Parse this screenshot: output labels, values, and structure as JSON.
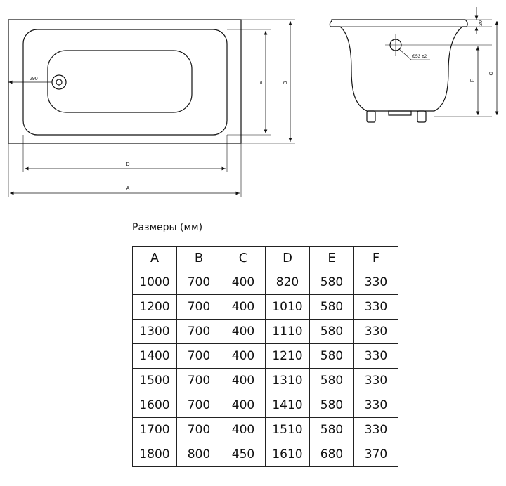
{
  "diagram": {
    "top_view": {
      "drain_label": "290",
      "dim_d": "D",
      "dim_a": "A",
      "dim_e": "E",
      "dim_b": "B"
    },
    "side_view": {
      "dim_20": "20",
      "overflow_label": "Ø53 ±2",
      "dim_c": "C",
      "dim_f": "F"
    }
  },
  "table": {
    "caption": "Размеры (мм)",
    "headers": [
      "A",
      "B",
      "C",
      "D",
      "E",
      "F"
    ],
    "rows": [
      [
        "1000",
        "700",
        "400",
        "820",
        "580",
        "330"
      ],
      [
        "1200",
        "700",
        "400",
        "1010",
        "580",
        "330"
      ],
      [
        "1300",
        "700",
        "400",
        "1110",
        "580",
        "330"
      ],
      [
        "1400",
        "700",
        "400",
        "1210",
        "580",
        "330"
      ],
      [
        "1500",
        "700",
        "400",
        "1310",
        "580",
        "330"
      ],
      [
        "1600",
        "700",
        "400",
        "1410",
        "580",
        "330"
      ],
      [
        "1700",
        "700",
        "400",
        "1510",
        "580",
        "330"
      ],
      [
        "1800",
        "800",
        "450",
        "1610",
        "680",
        "370"
      ]
    ]
  }
}
